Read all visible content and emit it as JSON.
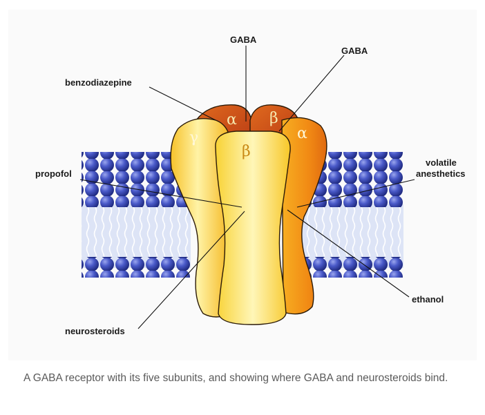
{
  "labels": {
    "gaba_top": "GABA",
    "gaba_right": "GABA",
    "benzodiazepine": "benzodiazepine",
    "propofol": "propofol",
    "volatile_line1": "volatile",
    "volatile_line2": "anesthetics",
    "ethanol": "ethanol",
    "neurosteroids": "neurosteroids"
  },
  "subunits": {
    "gamma": "γ",
    "alpha_left": "α",
    "beta_back": "β",
    "alpha_right": "α",
    "beta_front": "β"
  },
  "caption": "A GABA receptor with its five subunits, and showing where GABA and neurosteroids bind.",
  "colors": {
    "lipid_head": "#3f4fc0",
    "lipid_tail": "#dde4f6",
    "subunit_yellow": "#f8cf2f",
    "subunit_orange": "#f29a18",
    "subunit_dark": "#c8451a",
    "line": "#111111"
  }
}
